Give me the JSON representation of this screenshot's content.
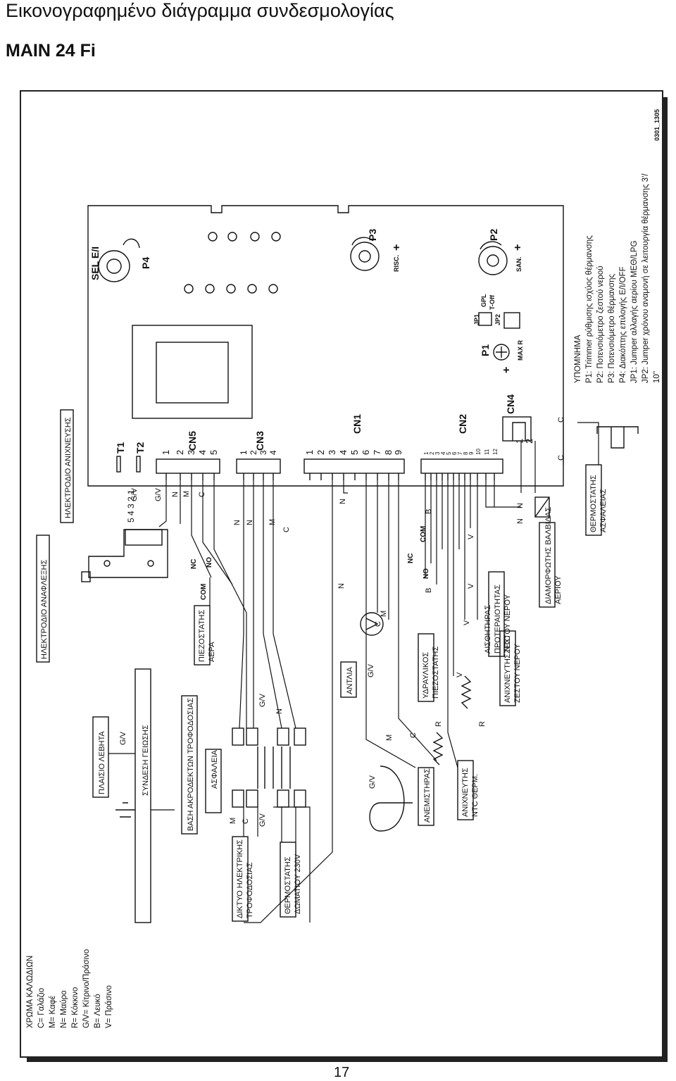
{
  "page": {
    "title": "Εικονογραφημένο διάγραμμα συνδεσμολογίας",
    "model": "MAIN 24 Fi",
    "page_number": "17"
  },
  "board": {
    "sel": "SEL E/I",
    "p4": "P4",
    "p3": "P3",
    "p2": "P2",
    "p1": "P1",
    "risc": "RISC.",
    "san": "SAN.",
    "max_r": "MAX R",
    "jp1": "JP1",
    "jp2": "JP2",
    "gpl": "GPL",
    "toff": "T-Off",
    "t1": "T1",
    "t2": "T2",
    "cn5": "CN5",
    "cn3": "CN3",
    "cn1": "CN1",
    "cn2": "CN2",
    "cn4": "CN4",
    "cn5_pins": [
      "1",
      "2",
      "3",
      "4",
      "5"
    ],
    "cn3_pins": [
      "1",
      "2",
      "3",
      "4"
    ],
    "cn1_pins": [
      "1",
      "2",
      "3",
      "4",
      "5",
      "6",
      "7",
      "8",
      "9"
    ],
    "cn2_pins": [
      "1",
      "2",
      "3",
      "4",
      "5",
      "6",
      "7",
      "8",
      "9",
      "10",
      "11",
      "12"
    ],
    "cn4_pins": [
      "1",
      "2"
    ],
    "plus": "+",
    "terminal_numbers": "5 4 3 2 1",
    "code": "0301_1305"
  },
  "components": {
    "ignition_electrode": "ΗΛΕΚΤΡΟΔΙΟ ΑΝΑΦΛΕΞΗΣ",
    "detection_electrode": "ΗΛΕΚΤΡΟΔΙΟ ΑΝΙΧΝΕΥΣΗΣ",
    "boiler_frame": "ΠΛΑΙΣΙΟ ΛΕΒΗΤΑ",
    "earth": "ΣΥΝΔΕΣΗ ΓΕΙΩΣΗΣ",
    "terminal_base": "ΒΑΣΗ ΑΚΡΟΔΕΚΤΩΝ ΤΡΟΦΟΔΟΣΙΑΣ",
    "fuse": "ΑΣΦΑΛΕΙΑ",
    "mains_line1": "ΔΙΚΤΥΟ ΗΛΕΚΤΡΙΚΗΣ",
    "mains_line2": "ΤΡΟΦΟΔΟΣΙΑΣ",
    "room_thermostat_line1": "ΘΕΡΜΟΣΤΑΤΗΣ",
    "room_thermostat_line2": "ΔΩΜΑΤΙΟΥ 230V",
    "air_pressostat_line1": "ΠΙΕΖΟΣΤΑΤΗΣ",
    "air_pressostat_line2": "ΑΕΡΑ",
    "pump": "ΑΝΤΛΙΑ",
    "fan": "ΑΝΕΜΙΣΤΗΡΑΣ",
    "ntc_heating_line1": "ΑΝΙΧΝΕΥΤΗΣ",
    "ntc_heating_line2": "NTC ΘΕΡΜ.",
    "hydraulic_pressostat_line1": "ΥΔΡΑΥΛΙΚΟΣ",
    "hydraulic_pressostat_line2": "ΠΙΕΖΟΣΤΑΤΗΣ",
    "ntc_dhw_line1": "ΑΝΙΧΝΕΥΤΗΣ NTC",
    "ntc_dhw_line2": "ΖΕΣΤΟΥ ΝΕΡΟΥ",
    "priority_sensor_line1": "ΑΙΣΘΗΤΗΡΑΣ",
    "priority_sensor_line2": "ΠΡΟΤΕΡΑΙΟΤΗΤΑΣ",
    "priority_sensor_line3": "ΖΕΣΤΟΥ ΝΕΡΟΥ",
    "gas_valve_line1": "ΔΙΑΜΟΡΦΩΤΗΣ ΒΑΛΒΙΔΑΣ",
    "gas_valve_line2": "ΑΕΡΙΟΥ",
    "safety_thermostat_line1": "ΘΕΡΜΟΣΤΑΤΗΣ",
    "safety_thermostat_line2": "ΑΣΦΑΛΕΙΑΣ"
  },
  "contacts": {
    "com": "COM",
    "no": "NO",
    "nc": "NC"
  },
  "wire_letters": {
    "gv": "G/V",
    "n": "N",
    "m": "M",
    "c": "C",
    "r": "R",
    "b": "B",
    "v": "V"
  },
  "legend": {
    "title": "ΥΠΟΜΝΗΜΑ",
    "items": [
      "P1: Trimmer ρύθμισης ισχύος θέρμανσης",
      "P2: Ποτενσιόμετρο ζεστού νερού",
      "P3: Ποτενσιόμετρο θέρμανσης",
      "P4: Διακόπτης επιλογής E/I/OFF",
      "JP1: Jumper αλλαγής αερίου ΜΕΘ/LPG",
      "JP2: Jumper χρόνου αναμονή σε λειτουργία θέρμανσης 3'/",
      "10''"
    ]
  },
  "wire_colors": {
    "title": "ΧΡΩΜΑ ΚΑΛΩΔΙΩΝ",
    "items": [
      "C= Γαλάζιο",
      "M= Καφέ",
      "N= Μαύρο",
      "R= Κόκκινο",
      "G/V= Κίτρινο/Πράσινο",
      "B= Λευκό",
      "V= Πράσινο"
    ]
  }
}
